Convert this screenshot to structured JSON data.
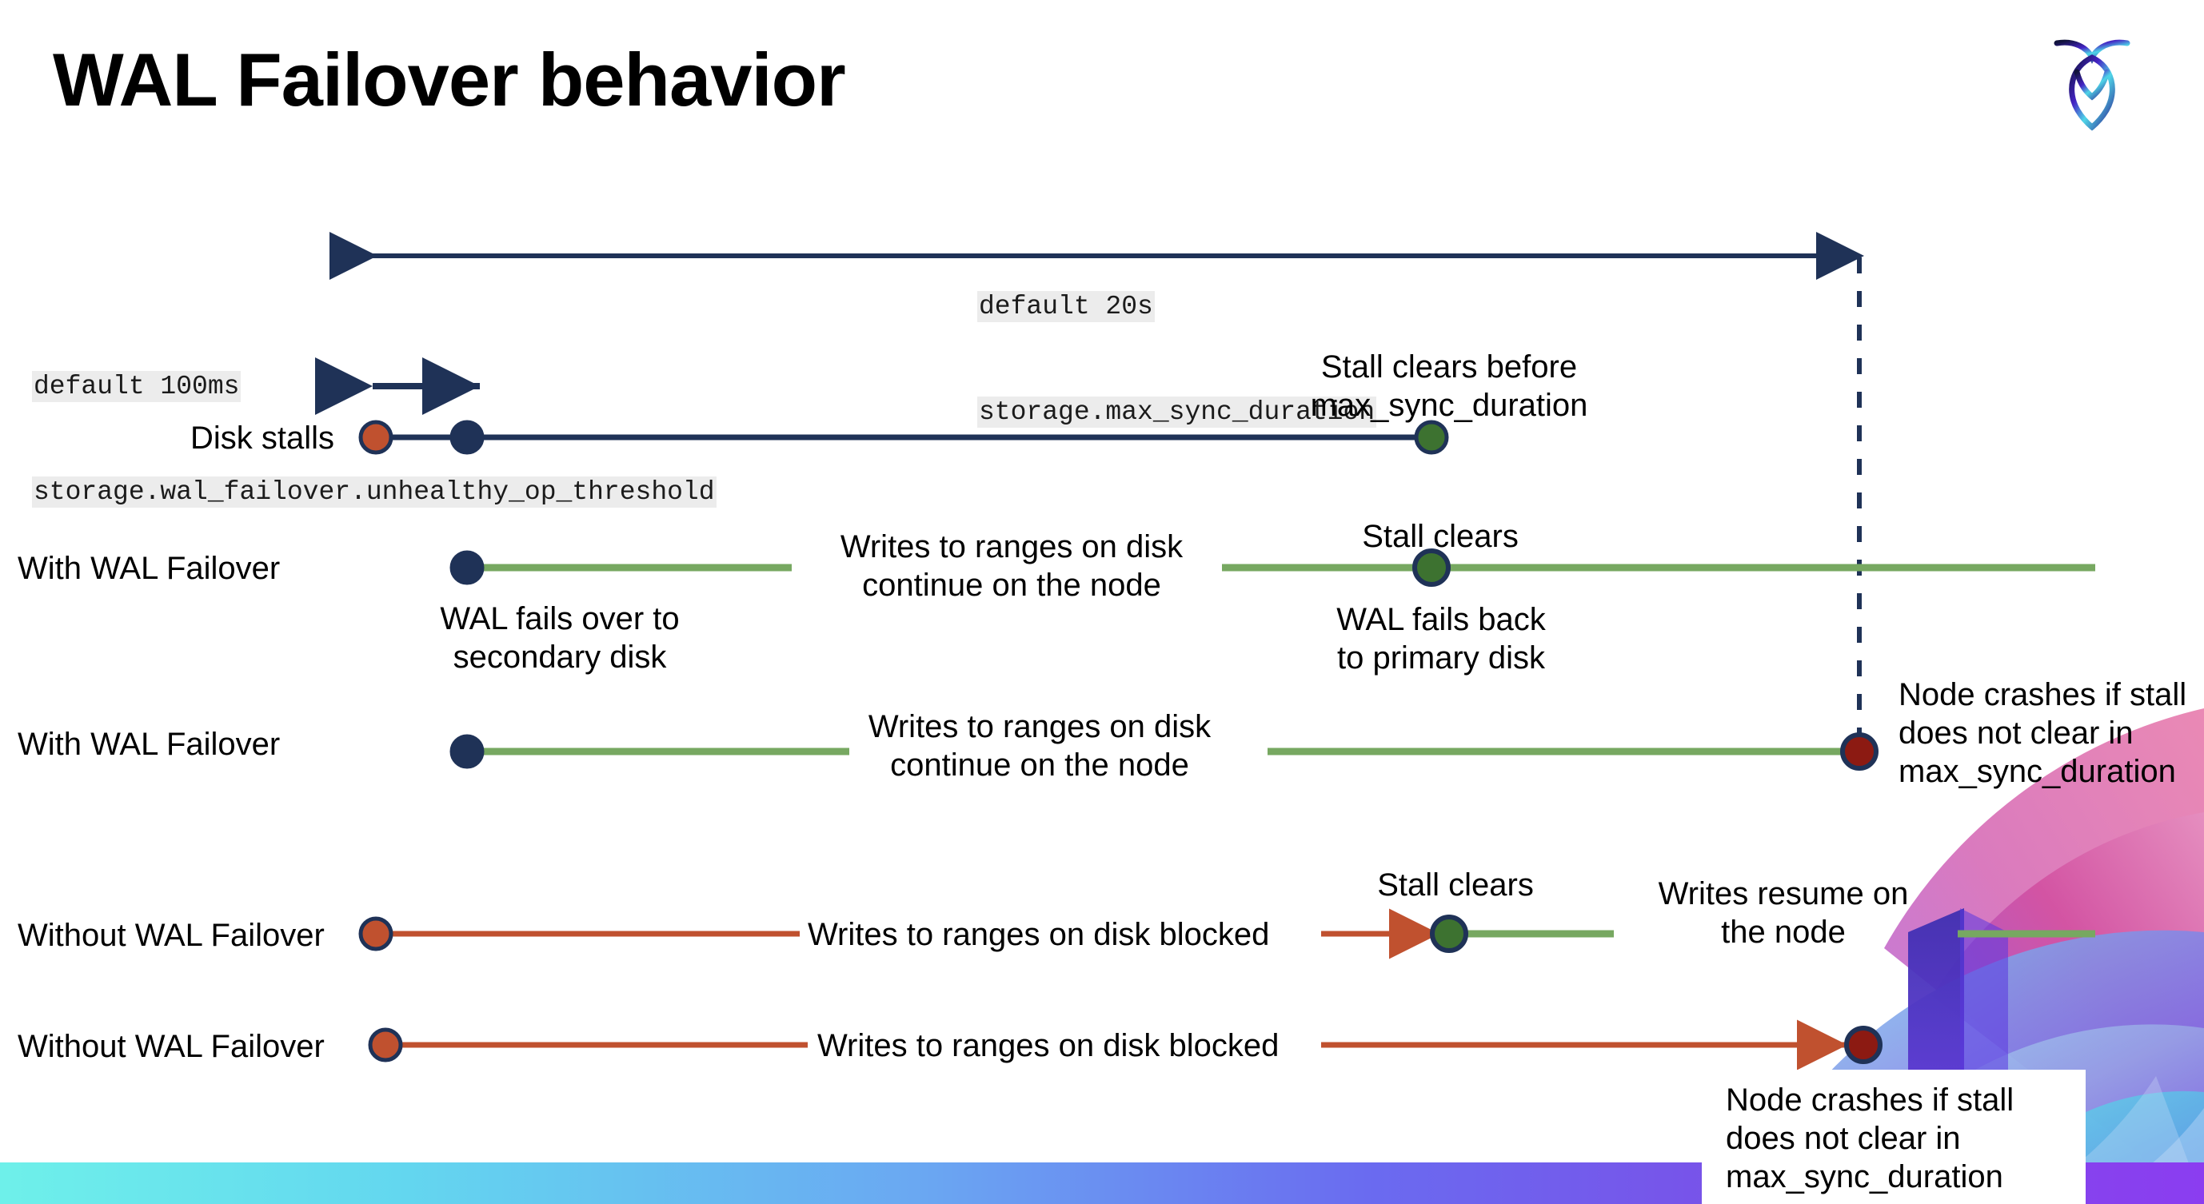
{
  "slide": {
    "title": "WAL Failover behavior",
    "logo_name": "cockroachdb-logo"
  },
  "annotations": {
    "max_sync": {
      "line1": "default 20s",
      "line2": "storage.max_sync_duration"
    },
    "unhealthy_threshold": {
      "line1": "default 100ms",
      "line2": "storage.wal_failover.unhealthy_op_threshold"
    }
  },
  "rows": [
    {
      "id": "disk-stalls",
      "label": "Disk stalls",
      "note_above": "Stall clears before\nmax_sync_duration"
    },
    {
      "id": "with-wal-failover-1",
      "label": "With WAL Failover",
      "note_mid": "Writes to ranges on disk\ncontinue on the node",
      "note_above": "Stall clears",
      "note_below_left": "WAL fails over to\nsecondary disk",
      "note_below_right": "WAL fails  back\nto primary disk"
    },
    {
      "id": "with-wal-failover-2",
      "label": "With WAL Failover",
      "note_mid": "Writes to ranges on disk\ncontinue on the node",
      "note_right": "Node crashes if stall\ndoes not clear in\nmax_sync_duration"
    },
    {
      "id": "without-wal-failover-1",
      "label": "Without WAL Failover",
      "note_mid": "Writes to ranges on disk  blocked",
      "note_above": "Stall clears",
      "note_right": "Writes resume on\nthe node"
    },
    {
      "id": "without-wal-failover-2",
      "label": "Without WAL Failover",
      "note_mid": "Writes to ranges on disk  blocked",
      "note_right": "Node crashes if stall\ndoes not clear in\nmax_sync_duration"
    }
  ],
  "legend_colors": {
    "navy": "#1f3257",
    "green_line": "#77a861",
    "green_dot": "#3d7230",
    "orange": "#c0512f",
    "dark_red": "#8c1a12",
    "code_bg": "#ececec"
  }
}
